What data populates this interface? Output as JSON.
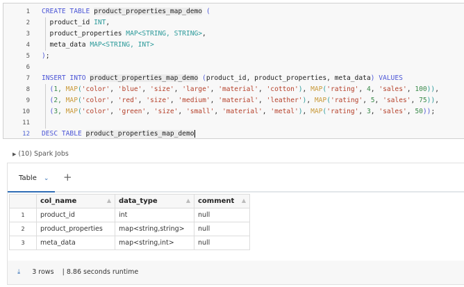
{
  "editor": {
    "lines": [
      {
        "n": "1",
        "tokens": [
          [
            "CREATE TABLE ",
            "kw"
          ],
          [
            "product_properties_map_demo",
            "hl"
          ],
          [
            " (",
            "p"
          ]
        ]
      },
      {
        "n": "2",
        "tokens": [
          [
            "  product_id ",
            "id"
          ],
          [
            "INT",
            "ty"
          ],
          [
            ",",
            "id"
          ]
        ]
      },
      {
        "n": "3",
        "tokens": [
          [
            "  product_properties ",
            "id"
          ],
          [
            "MAP<STRING, STRING>",
            "ty"
          ],
          [
            ",",
            "id"
          ]
        ]
      },
      {
        "n": "4",
        "tokens": [
          [
            "  meta_data ",
            "id"
          ],
          [
            "MAP<STRING, INT>",
            "ty"
          ]
        ]
      },
      {
        "n": "5",
        "tokens": [
          [
            ")",
            "p"
          ],
          [
            ";",
            "id"
          ]
        ]
      },
      {
        "n": "6",
        "tokens": []
      },
      {
        "n": "7",
        "tokens": [
          [
            "INSERT INTO ",
            "kw"
          ],
          [
            "product_properties_map_demo",
            "hl"
          ],
          [
            " (",
            "p"
          ],
          [
            "product_id, product_properties, meta_data",
            "id"
          ],
          [
            ")",
            "p"
          ],
          [
            " VALUES",
            "kw"
          ]
        ]
      },
      {
        "n": "8",
        "tokens": [
          [
            "  (",
            "p"
          ],
          [
            "1, ",
            "num"
          ],
          [
            "MAP",
            "fn"
          ],
          [
            "(",
            "ty"
          ],
          [
            "'color'",
            "str"
          ],
          [
            ", ",
            "id"
          ],
          [
            "'blue'",
            "str"
          ],
          [
            ", ",
            "id"
          ],
          [
            "'size'",
            "str"
          ],
          [
            ", ",
            "id"
          ],
          [
            "'large'",
            "str"
          ],
          [
            ", ",
            "id"
          ],
          [
            "'material'",
            "str"
          ],
          [
            ", ",
            "id"
          ],
          [
            "'cotton'",
            "str"
          ],
          [
            ")",
            "ty"
          ],
          [
            ", ",
            "id"
          ],
          [
            "MAP",
            "fn"
          ],
          [
            "(",
            "ty"
          ],
          [
            "'rating'",
            "str"
          ],
          [
            ", ",
            "id"
          ],
          [
            "4",
            "num"
          ],
          [
            ", ",
            "id"
          ],
          [
            "'sales'",
            "str"
          ],
          [
            ", ",
            "id"
          ],
          [
            "100",
            "num"
          ],
          [
            "))",
            "ty"
          ],
          [
            ",",
            "id"
          ]
        ]
      },
      {
        "n": "9",
        "tokens": [
          [
            "  (",
            "p"
          ],
          [
            "2, ",
            "num"
          ],
          [
            "MAP",
            "fn"
          ],
          [
            "(",
            "ty"
          ],
          [
            "'color'",
            "str"
          ],
          [
            ", ",
            "id"
          ],
          [
            "'red'",
            "str"
          ],
          [
            ", ",
            "id"
          ],
          [
            "'size'",
            "str"
          ],
          [
            ", ",
            "id"
          ],
          [
            "'medium'",
            "str"
          ],
          [
            ", ",
            "id"
          ],
          [
            "'material'",
            "str"
          ],
          [
            ", ",
            "id"
          ],
          [
            "'leather'",
            "str"
          ],
          [
            ")",
            "ty"
          ],
          [
            ", ",
            "id"
          ],
          [
            "MAP",
            "fn"
          ],
          [
            "(",
            "ty"
          ],
          [
            "'rating'",
            "str"
          ],
          [
            ", ",
            "id"
          ],
          [
            "5",
            "num"
          ],
          [
            ", ",
            "id"
          ],
          [
            "'sales'",
            "str"
          ],
          [
            ", ",
            "id"
          ],
          [
            "75",
            "num"
          ],
          [
            "))",
            "ty"
          ],
          [
            ",",
            "id"
          ]
        ]
      },
      {
        "n": "10",
        "tokens": [
          [
            "  (",
            "p"
          ],
          [
            "3, ",
            "num"
          ],
          [
            "MAP",
            "fn"
          ],
          [
            "(",
            "ty"
          ],
          [
            "'color'",
            "str"
          ],
          [
            ", ",
            "id"
          ],
          [
            "'green'",
            "str"
          ],
          [
            ", ",
            "id"
          ],
          [
            "'size'",
            "str"
          ],
          [
            ", ",
            "id"
          ],
          [
            "'small'",
            "str"
          ],
          [
            ", ",
            "id"
          ],
          [
            "'material'",
            "str"
          ],
          [
            ", ",
            "id"
          ],
          [
            "'metal'",
            "str"
          ],
          [
            ")",
            "ty"
          ],
          [
            ", ",
            "id"
          ],
          [
            "MAP",
            "fn"
          ],
          [
            "(",
            "ty"
          ],
          [
            "'rating'",
            "str"
          ],
          [
            ", ",
            "id"
          ],
          [
            "3",
            "num"
          ],
          [
            ", ",
            "id"
          ],
          [
            "'sales'",
            "str"
          ],
          [
            ", ",
            "id"
          ],
          [
            "50",
            "num"
          ],
          [
            "))",
            "p"
          ],
          [
            ";",
            "id"
          ]
        ]
      },
      {
        "n": "11",
        "tokens": []
      },
      {
        "n": "12",
        "tokens": [
          [
            "DESC TABLE ",
            "kw"
          ],
          [
            "product_properties_map_demo",
            "hl"
          ]
        ],
        "active": true
      }
    ]
  },
  "spark_jobs": "(10) Spark Jobs",
  "results": {
    "tab_label": "Table",
    "add_icon": "plus-icon",
    "columns": [
      "col_name",
      "data_type",
      "comment"
    ],
    "rows": [
      {
        "idx": "1",
        "cells": [
          "product_id",
          "int",
          "null"
        ]
      },
      {
        "idx": "2",
        "cells": [
          "product_properties",
          "map<string,string>",
          "null"
        ]
      },
      {
        "idx": "3",
        "cells": [
          "meta_data",
          "map<string,int>",
          "null"
        ]
      }
    ],
    "footer": {
      "rows": "3 rows",
      "runtime": "| 8.86 seconds runtime"
    }
  }
}
